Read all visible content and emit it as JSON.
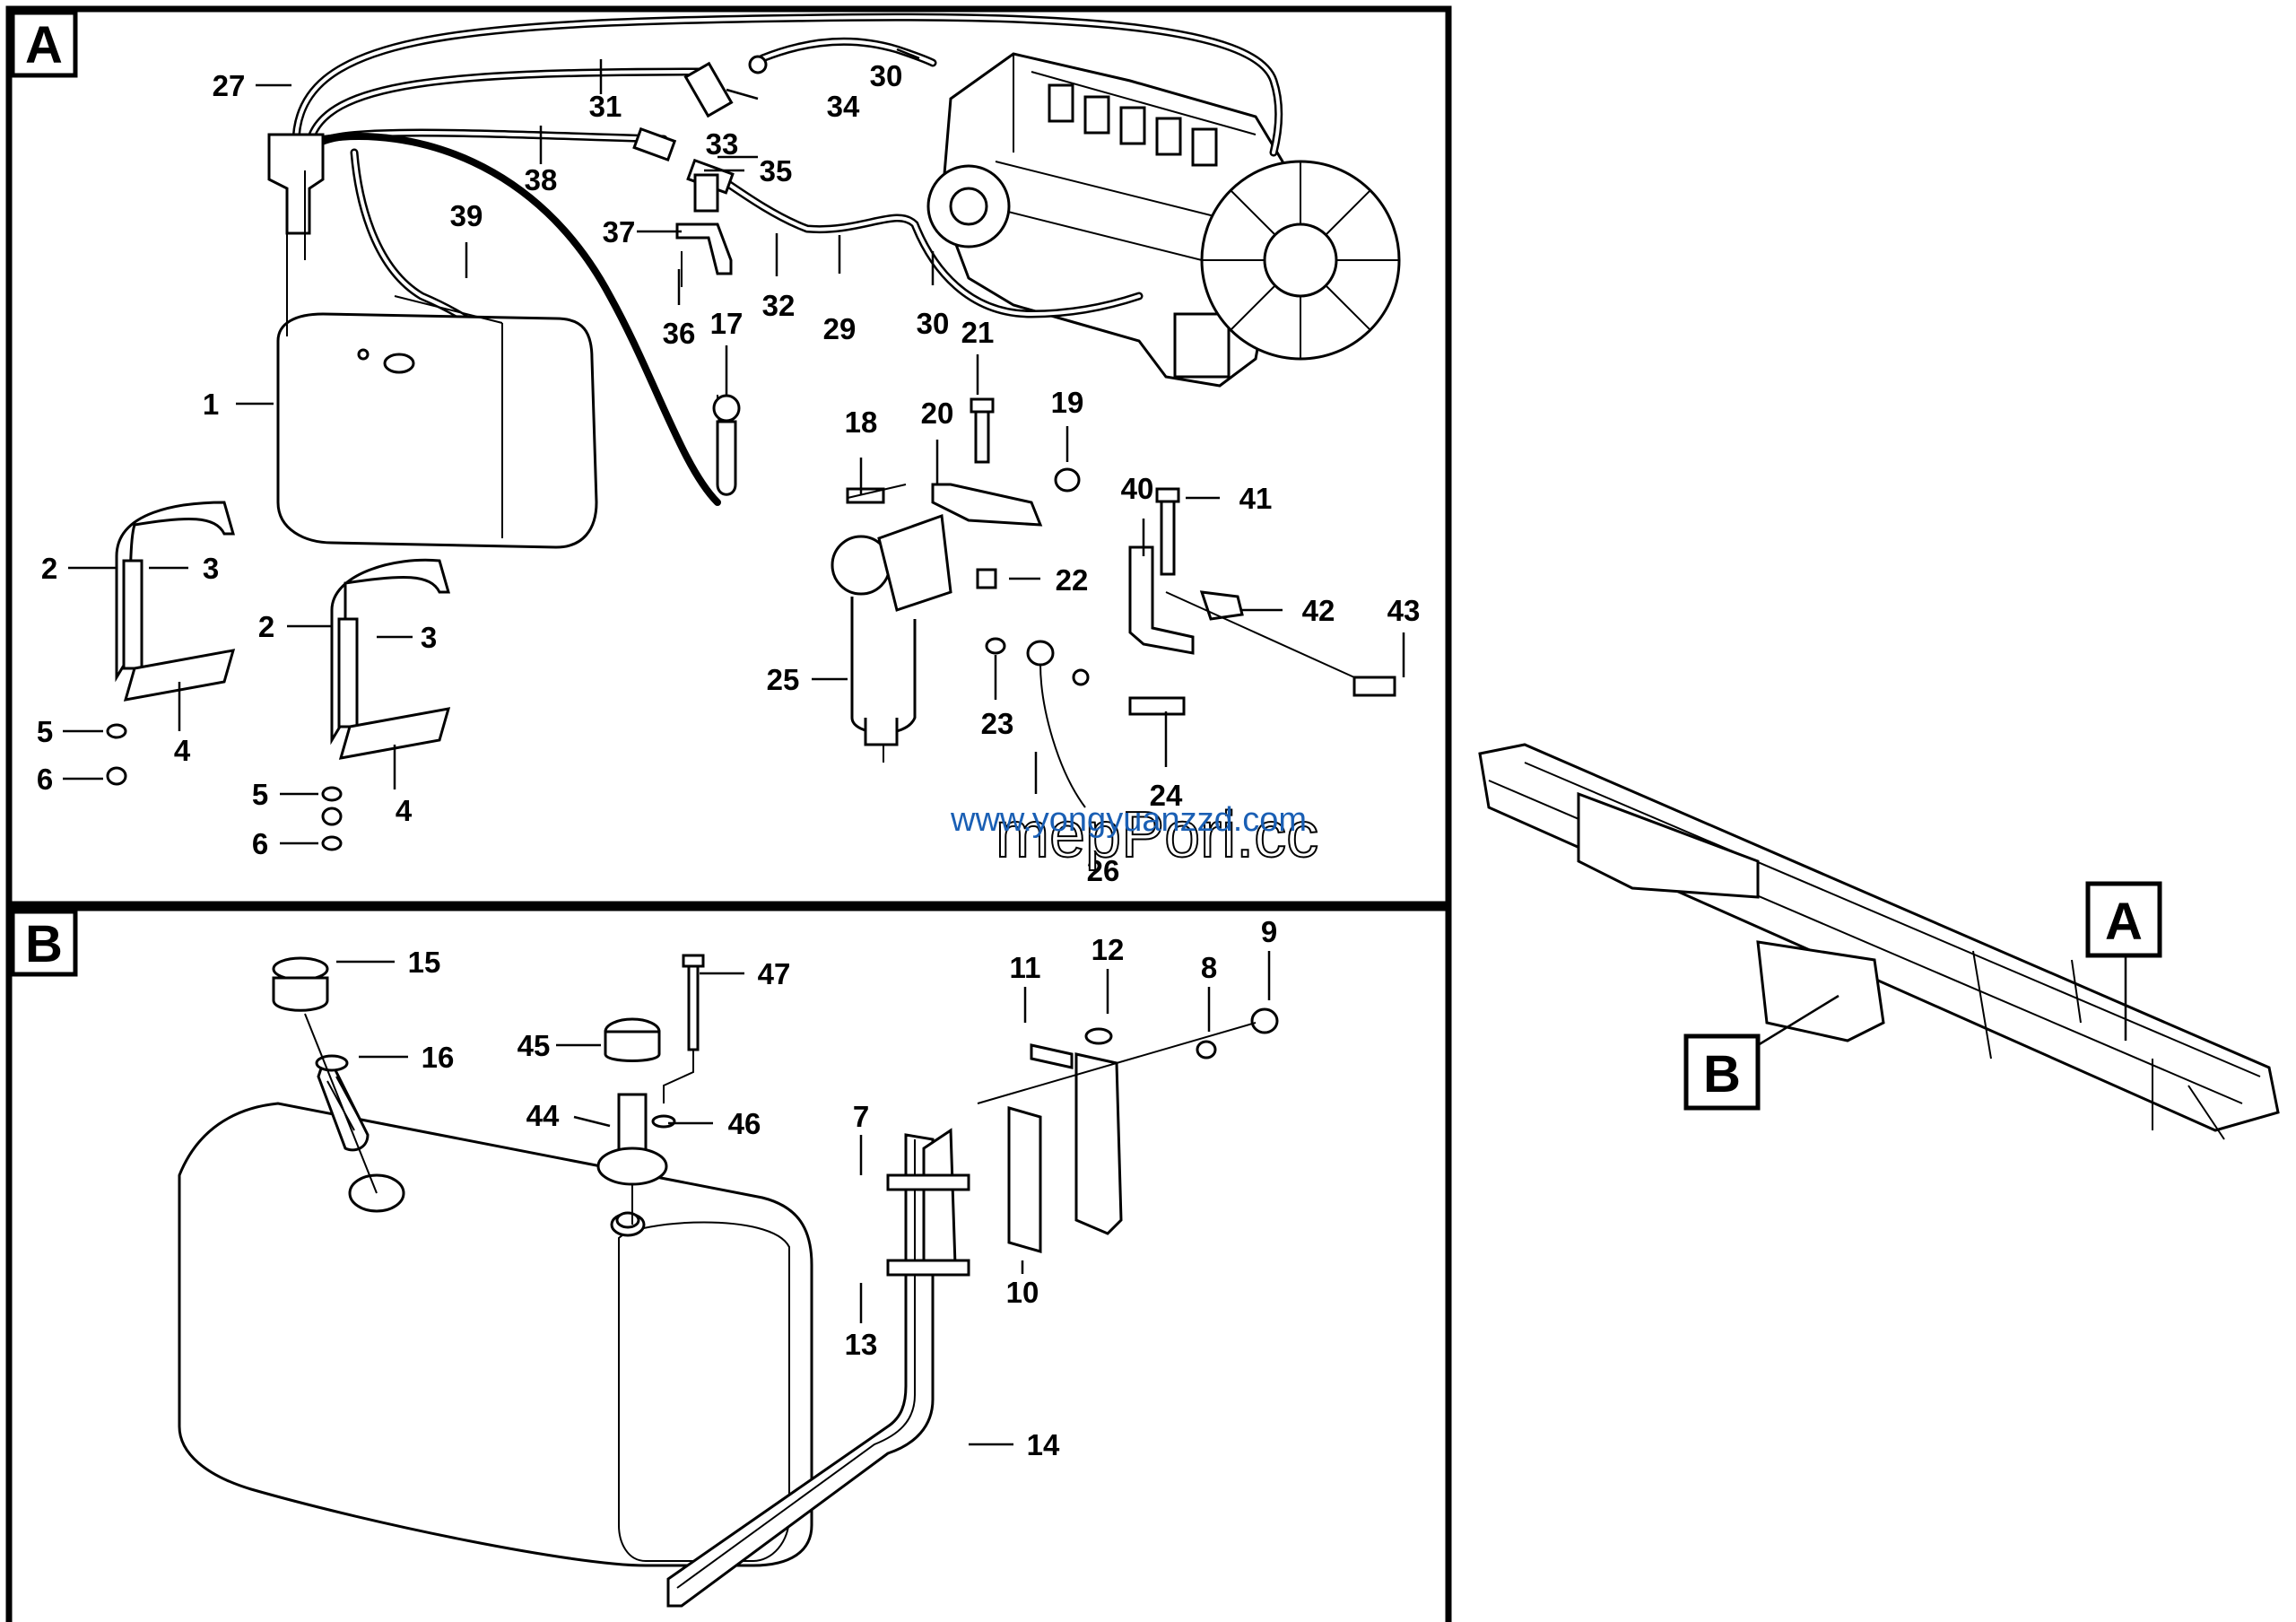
{
  "panels": {
    "a": {
      "letter": "A"
    },
    "b": {
      "letter": "B"
    }
  },
  "inset": {
    "label_a": "A",
    "label_b": "B"
  },
  "watermark": {
    "url": "www.yongyuanzzd.com",
    "overlay": "mepPori.cc"
  },
  "callouts_a": [
    "1",
    "2",
    "3",
    "4",
    "5",
    "6",
    "2",
    "3",
    "4",
    "5",
    "6",
    "17",
    "18",
    "19",
    "20",
    "21",
    "22",
    "23",
    "24",
    "25",
    "26",
    "27",
    "29",
    "30",
    "30",
    "31",
    "32",
    "33",
    "34",
    "35",
    "36",
    "37",
    "38",
    "39",
    "40",
    "41",
    "42",
    "43"
  ],
  "callouts_b": [
    "7",
    "8",
    "9",
    "10",
    "11",
    "12",
    "13",
    "14",
    "15",
    "16",
    "44",
    "45",
    "46",
    "47"
  ]
}
